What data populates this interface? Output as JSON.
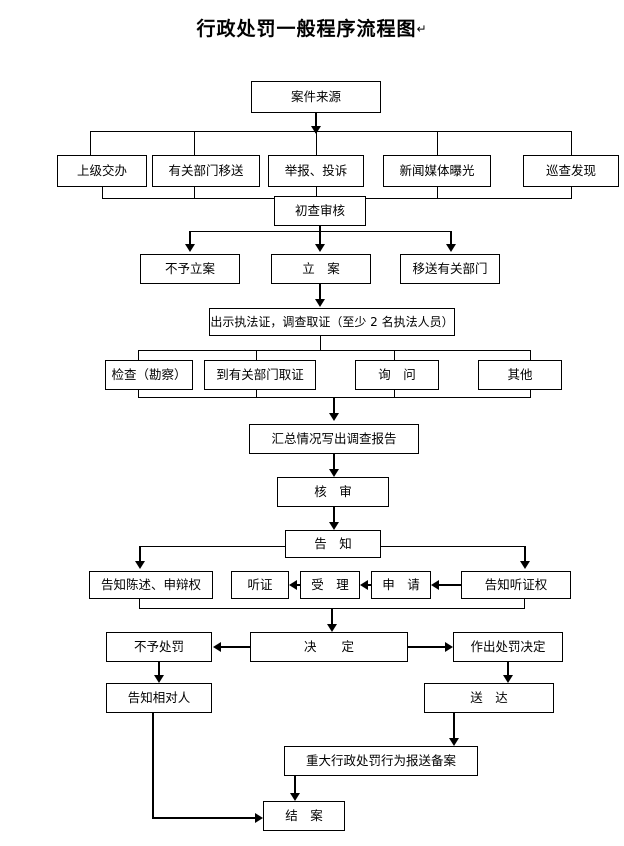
{
  "document": {
    "title": "行政处罚一般程序流程图",
    "title_mark": "↵"
  },
  "diagram": {
    "type": "flowchart",
    "orientation": "top-to-bottom",
    "line_color": "#000000",
    "box_fill": "#ffffff",
    "nodes": [
      {
        "id": "case_source",
        "label": "案件来源"
      },
      {
        "id": "superior_assign",
        "label": "上级交办"
      },
      {
        "id": "dept_transfer_in",
        "label": "有关部门移送"
      },
      {
        "id": "report_complaint",
        "label": "举报、投诉"
      },
      {
        "id": "media_exposure",
        "label": "新闻媒体曝光"
      },
      {
        "id": "patrol_discovery",
        "label": "巡查发现"
      },
      {
        "id": "preliminary_review",
        "label": "初查审核"
      },
      {
        "id": "no_filing",
        "label": "不予立案"
      },
      {
        "id": "file_case",
        "label": "立　案"
      },
      {
        "id": "transfer_dept",
        "label": "移送有关部门"
      },
      {
        "id": "show_credentials",
        "label": "出示执法证，调查取证（至少 2 名执法人员）"
      },
      {
        "id": "inspection",
        "label": "检查（勘察）"
      },
      {
        "id": "collect_evidence",
        "label": "到有关部门取证"
      },
      {
        "id": "interrogation",
        "label": "询　问"
      },
      {
        "id": "other",
        "label": "其他"
      },
      {
        "id": "summary_report",
        "label": "汇总情况写出调查报告"
      },
      {
        "id": "verification",
        "label": "核　审"
      },
      {
        "id": "notification",
        "label": "告　知"
      },
      {
        "id": "notify_statement",
        "label": "告知陈述、申辩权"
      },
      {
        "id": "hearing",
        "label": "听证"
      },
      {
        "id": "acceptance",
        "label": "受　理"
      },
      {
        "id": "application",
        "label": "申　请"
      },
      {
        "id": "notify_hearing",
        "label": "告知听证权"
      },
      {
        "id": "no_penalty",
        "label": "不予处罚"
      },
      {
        "id": "decision",
        "label": "决　　定"
      },
      {
        "id": "make_penalty",
        "label": "作出处罚决定"
      },
      {
        "id": "notify_party",
        "label": "告知相对人"
      },
      {
        "id": "service",
        "label": "送　达"
      },
      {
        "id": "major_filing",
        "label": "重大行政处罚行为报送备案"
      },
      {
        "id": "close_case",
        "label": "结　案"
      }
    ]
  }
}
